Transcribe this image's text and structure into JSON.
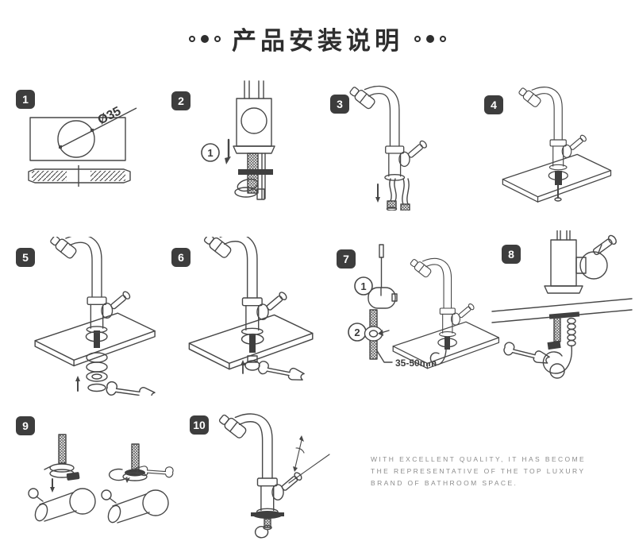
{
  "title": {
    "text": "产品安装说明"
  },
  "steps": [
    {
      "num": "1"
    },
    {
      "num": "2"
    },
    {
      "num": "3"
    },
    {
      "num": "4"
    },
    {
      "num": "5"
    },
    {
      "num": "6"
    },
    {
      "num": "7"
    },
    {
      "num": "8"
    },
    {
      "num": "9"
    },
    {
      "num": "10"
    }
  ],
  "annotations": {
    "step1_diameter": "Ø35",
    "step2_marker": "1",
    "step7_marker1": "1",
    "step7_marker2": "2",
    "step7_distance": "35-50mm"
  },
  "footer": {
    "lines": [
      "WITH EXCELLENT QUALITY, IT HAS BECOME",
      "THE REPRESENTATIVE OF THE TOP LUXURY",
      "BRAND OF BATHROOM SPACE."
    ]
  },
  "colors": {
    "line_art": "#474747",
    "badge_bg": "#3d3d3d",
    "badge_text": "#ffffff",
    "footer_text": "#8c8c8c",
    "title_text": "#2e2e2e"
  }
}
